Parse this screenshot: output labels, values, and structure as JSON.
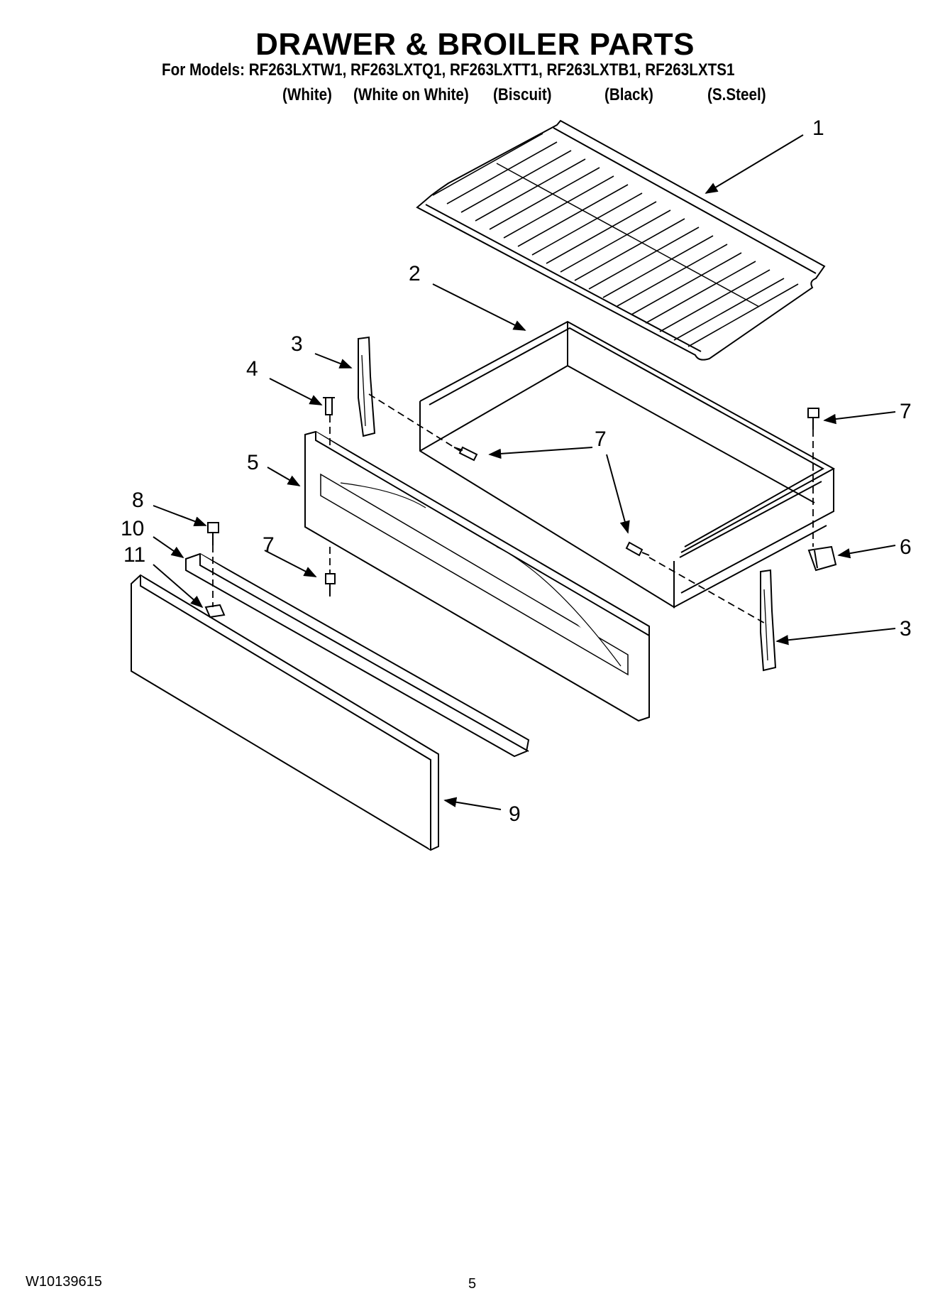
{
  "header": {
    "title": "DRAWER & BROILER PARTS",
    "models_line": "For Models: RF263LXTW1, RF263LXTQ1, RF263LXTT1, RF263LXTB1, RF263LXTS1",
    "colors": [
      "(White)",
      "(White on White)",
      "(Biscuit)",
      "(Black)",
      "(S.Steel)"
    ]
  },
  "callouts": [
    "1",
    "2",
    "3",
    "4",
    "5",
    "7",
    "7",
    "7",
    "8",
    "10",
    "11",
    "7",
    "6",
    "3",
    "9"
  ],
  "footer": {
    "doc_number": "W10139615",
    "page_number": "5"
  }
}
